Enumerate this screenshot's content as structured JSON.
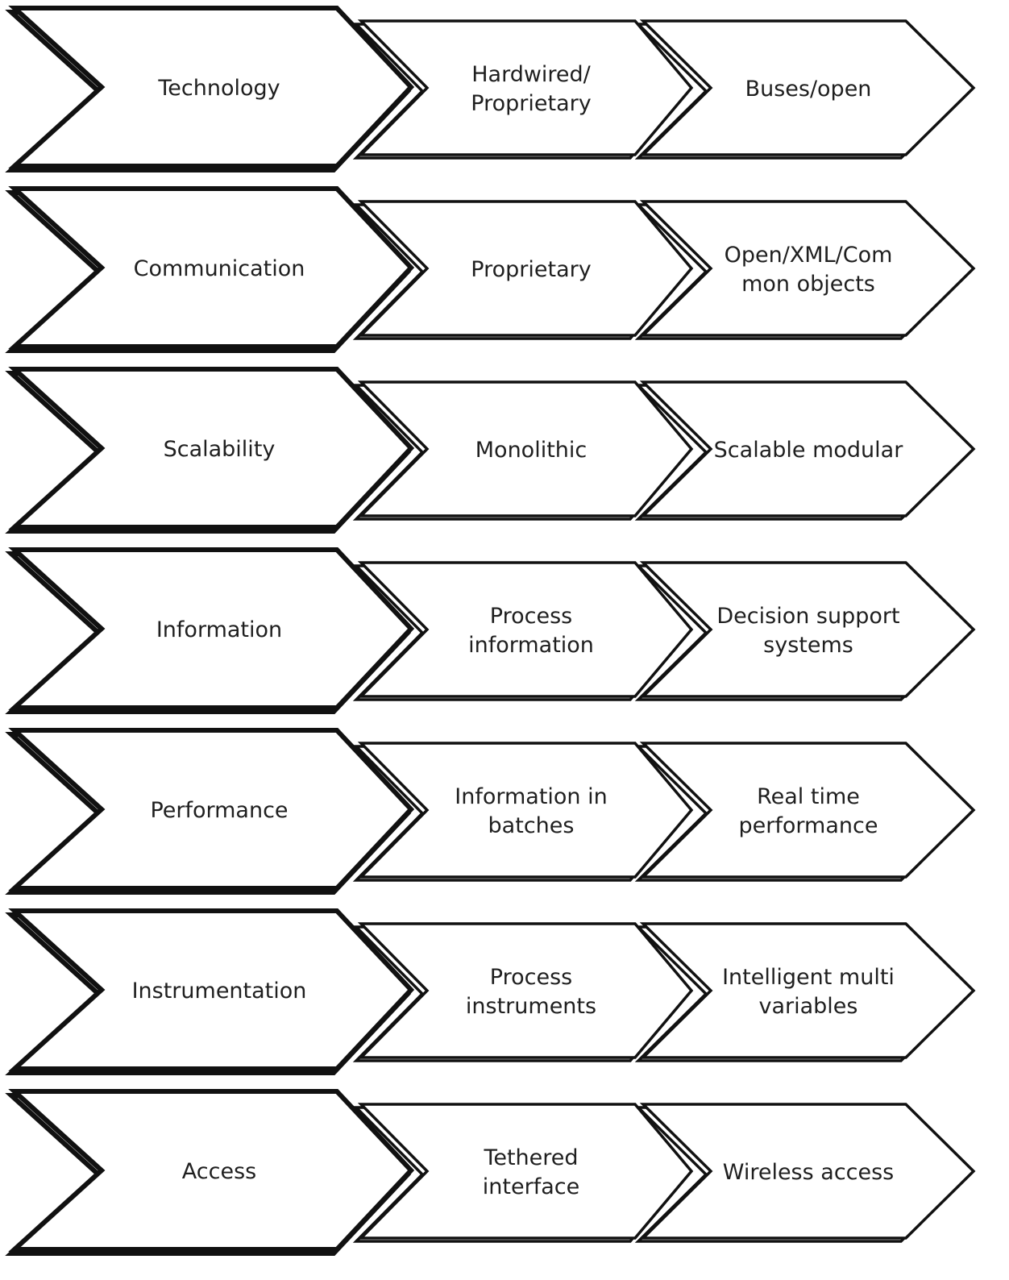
{
  "rows": [
    {
      "category": "Technology",
      "from": [
        "Hardwired/",
        "Proprietary"
      ],
      "to": [
        "Buses/open"
      ]
    },
    {
      "category": "Communication",
      "from": [
        "Proprietary"
      ],
      "to": [
        "Open/XML/Com",
        "mon objects"
      ]
    },
    {
      "category": "Scalability",
      "from": [
        "Monolithic"
      ],
      "to": [
        "Scalable modular"
      ]
    },
    {
      "category": "Information",
      "from": [
        "Process",
        "information"
      ],
      "to": [
        "Decision support",
        "systems"
      ]
    },
    {
      "category": "Performance",
      "from": [
        "Information in",
        "batches"
      ],
      "to": [
        "Real time",
        "performance"
      ]
    },
    {
      "category": "Instrumentation",
      "from": [
        "Process",
        "instruments"
      ],
      "to": [
        "Intelligent multi",
        "variables"
      ]
    },
    {
      "category": "Access",
      "from": [
        "Tethered",
        "interface"
      ],
      "to": [
        "Wireless access"
      ]
    }
  ]
}
